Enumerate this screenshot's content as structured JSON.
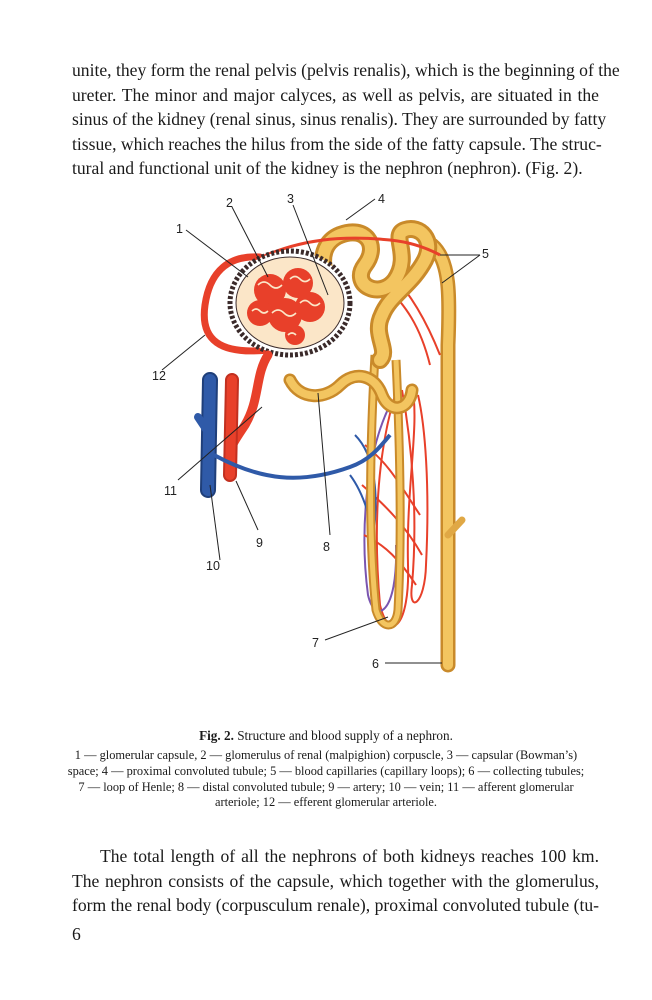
{
  "top_paragraph": {
    "lines": [
      "unite, they form the renal pelvis (pelvis renalis), which is the beginning of the",
      "ureter. The minor and major calyces, as well as pelvis, are situated in the",
      "sinus of the kidney (renal sinus, sinus renalis). They are surrounded by fatty",
      "tissue, which reaches the hilus from the side of the fatty capsule. The struc-",
      "tural and functional unit of the kidney is the nephron (nephron). (Fig. 2)."
    ]
  },
  "figure": {
    "labels": {
      "l1": "1",
      "l2": "2",
      "l3": "3",
      "l4": "4",
      "l5": "5",
      "l6": "6",
      "l7": "7",
      "l8": "8",
      "l9": "9",
      "l10": "10",
      "l11": "11",
      "l12": "12"
    },
    "colors": {
      "artery": "#e8402a",
      "vein": "#2f5aa8",
      "tubule": "#f0b84a",
      "tubule_shade": "#c98a2a",
      "capsule": "#3a2a2a"
    },
    "caption_prefix": "Fig. 2.",
    "caption_title": " Structure and blood supply of a nephron.",
    "legend_lines": [
      "1 — glomerular capsule, 2 — glomerulus of renal (malpighion) corpuscle, 3 — capsular (Bowman’s)",
      "space; 4 — proximal convoluted tubule; 5 — blood capillaries (capillary loops); 6 — collecting tubules;",
      "7 — loop of Henle; 8 — distal convoluted tubule; 9 — artery; 10 — vein; 11 — afferent glomerular",
      "arteriole; 12 — efferent glomerular arteriole."
    ]
  },
  "bottom_paragraph": {
    "lines": [
      "The total length of all the nephrons of both kidneys reaches 100 km.",
      "The nephron consists of the capsule, which together with the glomerulus,",
      "form the renal body (corpusculum renale), proximal convoluted tubule (tu-"
    ]
  },
  "page_number": "6"
}
